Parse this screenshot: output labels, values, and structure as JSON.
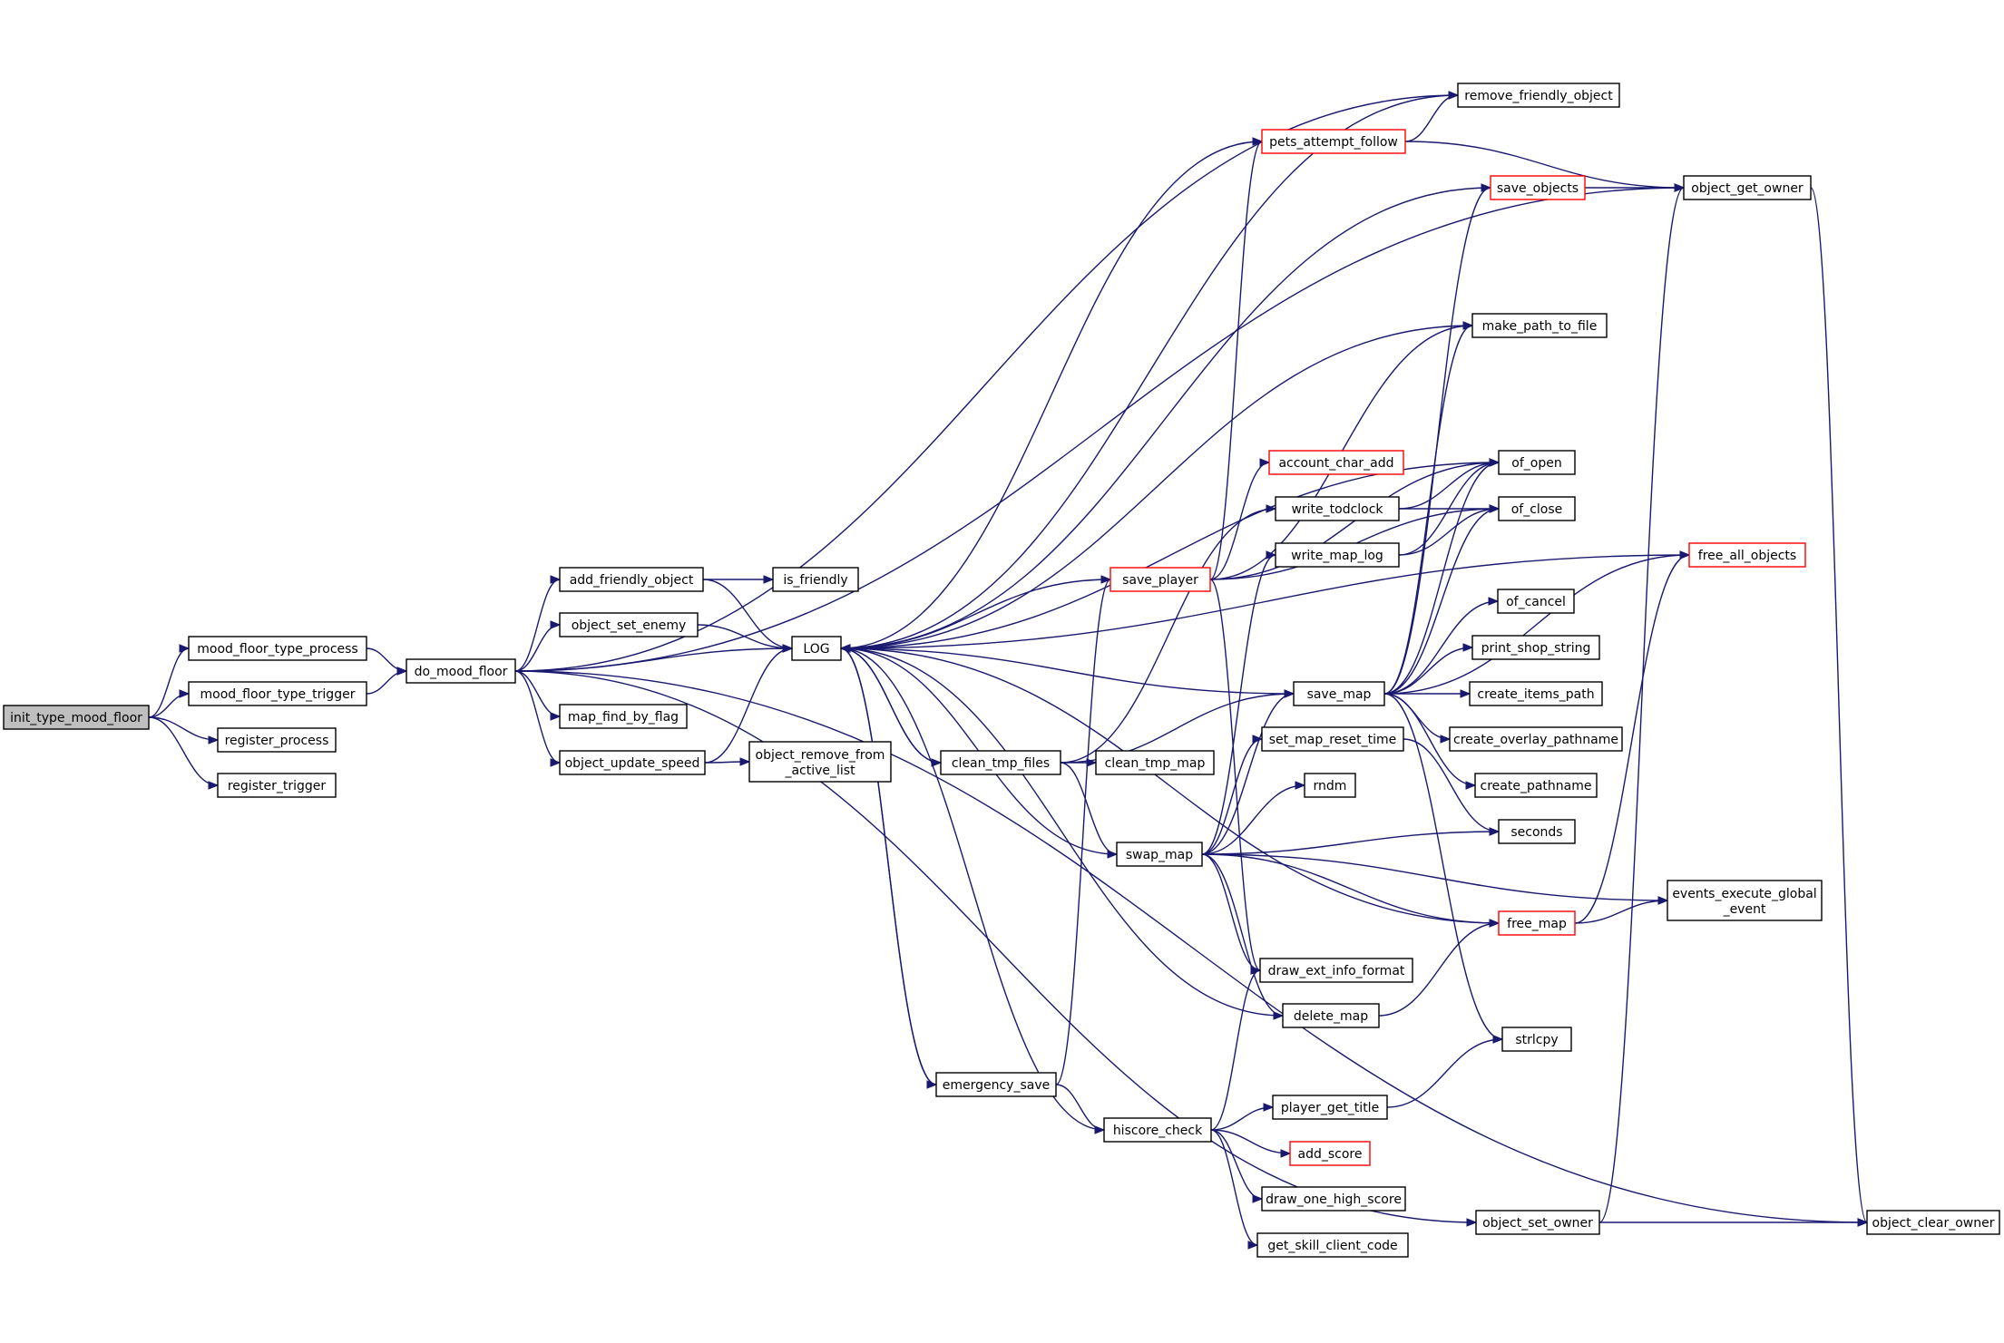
{
  "diagram": {
    "type": "call-graph",
    "nodes": [
      {
        "id": "init_type_mood_floor",
        "label": "init_type_mood_floor",
        "style": "root"
      },
      {
        "id": "mood_floor_type_process",
        "label": "mood_floor_type_process",
        "style": "normal"
      },
      {
        "id": "mood_floor_type_trigger",
        "label": "mood_floor_type_trigger",
        "style": "normal"
      },
      {
        "id": "register_process",
        "label": "register_process",
        "style": "normal"
      },
      {
        "id": "register_trigger",
        "label": "register_trigger",
        "style": "normal"
      },
      {
        "id": "do_mood_floor",
        "label": "do_mood_floor",
        "style": "normal"
      },
      {
        "id": "add_friendly_object",
        "label": "add_friendly_object",
        "style": "normal"
      },
      {
        "id": "object_set_enemy",
        "label": "object_set_enemy",
        "style": "normal"
      },
      {
        "id": "map_find_by_flag",
        "label": "map_find_by_flag",
        "style": "normal"
      },
      {
        "id": "object_update_speed",
        "label": "object_update_speed",
        "style": "normal"
      },
      {
        "id": "is_friendly",
        "label": "is_friendly",
        "style": "normal"
      },
      {
        "id": "LOG",
        "label": "LOG",
        "style": "normal"
      },
      {
        "id": "object_remove_from_active_list",
        "label": "object_remove_from\n_active_list",
        "style": "normal"
      },
      {
        "id": "clean_tmp_files",
        "label": "clean_tmp_files",
        "style": "normal"
      },
      {
        "id": "clean_tmp_map",
        "label": "clean_tmp_map",
        "style": "normal"
      },
      {
        "id": "emergency_save",
        "label": "emergency_save",
        "style": "normal"
      },
      {
        "id": "save_player",
        "label": "save_player",
        "style": "red"
      },
      {
        "id": "swap_map",
        "label": "swap_map",
        "style": "normal"
      },
      {
        "id": "hiscore_check",
        "label": "hiscore_check",
        "style": "normal"
      },
      {
        "id": "remove_friendly_object",
        "label": "remove_friendly_object",
        "style": "normal"
      },
      {
        "id": "pets_attempt_follow",
        "label": "pets_attempt_follow",
        "style": "red"
      },
      {
        "id": "save_objects",
        "label": "save_objects",
        "style": "red"
      },
      {
        "id": "object_get_owner",
        "label": "object_get_owner",
        "style": "normal"
      },
      {
        "id": "make_path_to_file",
        "label": "make_path_to_file",
        "style": "normal"
      },
      {
        "id": "account_char_add",
        "label": "account_char_add",
        "style": "red"
      },
      {
        "id": "of_open",
        "label": "of_open",
        "style": "normal"
      },
      {
        "id": "write_todclock",
        "label": "write_todclock",
        "style": "normal"
      },
      {
        "id": "of_close",
        "label": "of_close",
        "style": "normal"
      },
      {
        "id": "write_map_log",
        "label": "write_map_log",
        "style": "normal"
      },
      {
        "id": "free_all_objects",
        "label": "free_all_objects",
        "style": "red"
      },
      {
        "id": "of_cancel",
        "label": "of_cancel",
        "style": "normal"
      },
      {
        "id": "print_shop_string",
        "label": "print_shop_string",
        "style": "normal"
      },
      {
        "id": "save_map",
        "label": "save_map",
        "style": "normal"
      },
      {
        "id": "create_items_path",
        "label": "create_items_path",
        "style": "normal"
      },
      {
        "id": "create_overlay_pathname",
        "label": "create_overlay_pathname",
        "style": "normal"
      },
      {
        "id": "set_map_reset_time",
        "label": "set_map_reset_time",
        "style": "normal"
      },
      {
        "id": "create_pathname",
        "label": "create_pathname",
        "style": "normal"
      },
      {
        "id": "rndm",
        "label": "rndm",
        "style": "normal"
      },
      {
        "id": "seconds",
        "label": "seconds",
        "style": "normal"
      },
      {
        "id": "events_execute_global_event",
        "label": "events_execute_global\n_event",
        "style": "normal"
      },
      {
        "id": "free_map",
        "label": "free_map",
        "style": "red"
      },
      {
        "id": "draw_ext_info_format",
        "label": "draw_ext_info_format",
        "style": "normal"
      },
      {
        "id": "delete_map",
        "label": "delete_map",
        "style": "normal"
      },
      {
        "id": "strlcpy",
        "label": "strlcpy",
        "style": "normal"
      },
      {
        "id": "player_get_title",
        "label": "player_get_title",
        "style": "normal"
      },
      {
        "id": "add_score",
        "label": "add_score",
        "style": "red"
      },
      {
        "id": "draw_one_high_score",
        "label": "draw_one_high_score",
        "style": "normal"
      },
      {
        "id": "get_skill_client_code",
        "label": "get_skill_client_code",
        "style": "normal"
      },
      {
        "id": "object_set_owner",
        "label": "object_set_owner",
        "style": "normal"
      },
      {
        "id": "object_clear_owner",
        "label": "object_clear_owner",
        "style": "normal"
      }
    ],
    "edges": [
      [
        "init_type_mood_floor",
        "mood_floor_type_process"
      ],
      [
        "init_type_mood_floor",
        "mood_floor_type_trigger"
      ],
      [
        "init_type_mood_floor",
        "register_process"
      ],
      [
        "init_type_mood_floor",
        "register_trigger"
      ],
      [
        "mood_floor_type_process",
        "do_mood_floor"
      ],
      [
        "mood_floor_type_trigger",
        "do_mood_floor"
      ],
      [
        "do_mood_floor",
        "add_friendly_object"
      ],
      [
        "do_mood_floor",
        "object_set_enemy"
      ],
      [
        "do_mood_floor",
        "map_find_by_flag"
      ],
      [
        "do_mood_floor",
        "object_update_speed"
      ],
      [
        "do_mood_floor",
        "LOG"
      ],
      [
        "do_mood_floor",
        "remove_friendly_object"
      ],
      [
        "do_mood_floor",
        "object_get_owner"
      ],
      [
        "do_mood_floor",
        "object_set_owner"
      ],
      [
        "do_mood_floor",
        "object_clear_owner"
      ],
      [
        "add_friendly_object",
        "is_friendly"
      ],
      [
        "add_friendly_object",
        "LOG"
      ],
      [
        "object_set_enemy",
        "LOG"
      ],
      [
        "object_update_speed",
        "LOG"
      ],
      [
        "object_update_speed",
        "object_remove_from_active_list"
      ],
      [
        "LOG",
        "clean_tmp_files"
      ],
      [
        "LOG",
        "emergency_save"
      ],
      [
        "clean_tmp_files",
        "LOG"
      ],
      [
        "clean_tmp_files",
        "clean_tmp_map"
      ],
      [
        "clean_tmp_files",
        "swap_map"
      ],
      [
        "clean_tmp_files",
        "write_todclock"
      ],
      [
        "clean_tmp_files",
        "save_map"
      ],
      [
        "emergency_save",
        "LOG"
      ],
      [
        "emergency_save",
        "save_player"
      ],
      [
        "emergency_save",
        "hiscore_check"
      ],
      [
        "save_player",
        "LOG"
      ],
      [
        "save_player",
        "pets_attempt_follow"
      ],
      [
        "save_player",
        "account_char_add"
      ],
      [
        "save_player",
        "make_path_to_file"
      ],
      [
        "save_player",
        "of_open"
      ],
      [
        "save_player",
        "of_close"
      ],
      [
        "save_player",
        "draw_ext_info_format"
      ],
      [
        "swap_map",
        "LOG"
      ],
      [
        "swap_map",
        "save_map"
      ],
      [
        "swap_map",
        "write_map_log"
      ],
      [
        "swap_map",
        "set_map_reset_time"
      ],
      [
        "swap_map",
        "rndm"
      ],
      [
        "swap_map",
        "seconds"
      ],
      [
        "swap_map",
        "events_execute_global_event"
      ],
      [
        "swap_map",
        "free_map"
      ],
      [
        "swap_map",
        "draw_ext_info_format"
      ],
      [
        "swap_map",
        "delete_map"
      ],
      [
        "hiscore_check",
        "LOG"
      ],
      [
        "hiscore_check",
        "draw_ext_info_format"
      ],
      [
        "hiscore_check",
        "player_get_title"
      ],
      [
        "hiscore_check",
        "add_score"
      ],
      [
        "hiscore_check",
        "draw_one_high_score"
      ],
      [
        "hiscore_check",
        "get_skill_client_code"
      ],
      [
        "remove_friendly_object",
        "LOG"
      ],
      [
        "pets_attempt_follow",
        "LOG"
      ],
      [
        "pets_attempt_follow",
        "remove_friendly_object"
      ],
      [
        "pets_attempt_follow",
        "object_get_owner"
      ],
      [
        "save_objects",
        "LOG"
      ],
      [
        "save_objects",
        "object_get_owner"
      ],
      [
        "object_get_owner",
        "object_clear_owner"
      ],
      [
        "make_path_to_file",
        "LOG"
      ],
      [
        "of_open",
        "LOG"
      ],
      [
        "write_todclock",
        "of_open"
      ],
      [
        "write_todclock",
        "of_close"
      ],
      [
        "write_map_log",
        "of_open"
      ],
      [
        "write_map_log",
        "of_close"
      ],
      [
        "free_all_objects",
        "LOG"
      ],
      [
        "save_map",
        "LOG"
      ],
      [
        "save_map",
        "save_objects"
      ],
      [
        "save_map",
        "make_path_to_file"
      ],
      [
        "save_map",
        "of_open"
      ],
      [
        "save_map",
        "of_close"
      ],
      [
        "save_map",
        "free_all_objects"
      ],
      [
        "save_map",
        "of_cancel"
      ],
      [
        "save_map",
        "print_shop_string"
      ],
      [
        "save_map",
        "create_items_path"
      ],
      [
        "save_map",
        "create_overlay_pathname"
      ],
      [
        "save_map",
        "create_pathname"
      ],
      [
        "save_map",
        "strlcpy"
      ],
      [
        "set_map_reset_time",
        "seconds"
      ],
      [
        "free_map",
        "LOG"
      ],
      [
        "free_map",
        "free_all_objects"
      ],
      [
        "free_map",
        "events_execute_global_event"
      ],
      [
        "delete_map",
        "LOG"
      ],
      [
        "delete_map",
        "free_map"
      ],
      [
        "player_get_title",
        "strlcpy"
      ],
      [
        "object_set_owner",
        "object_get_owner"
      ],
      [
        "object_set_owner",
        "object_clear_owner"
      ]
    ]
  }
}
